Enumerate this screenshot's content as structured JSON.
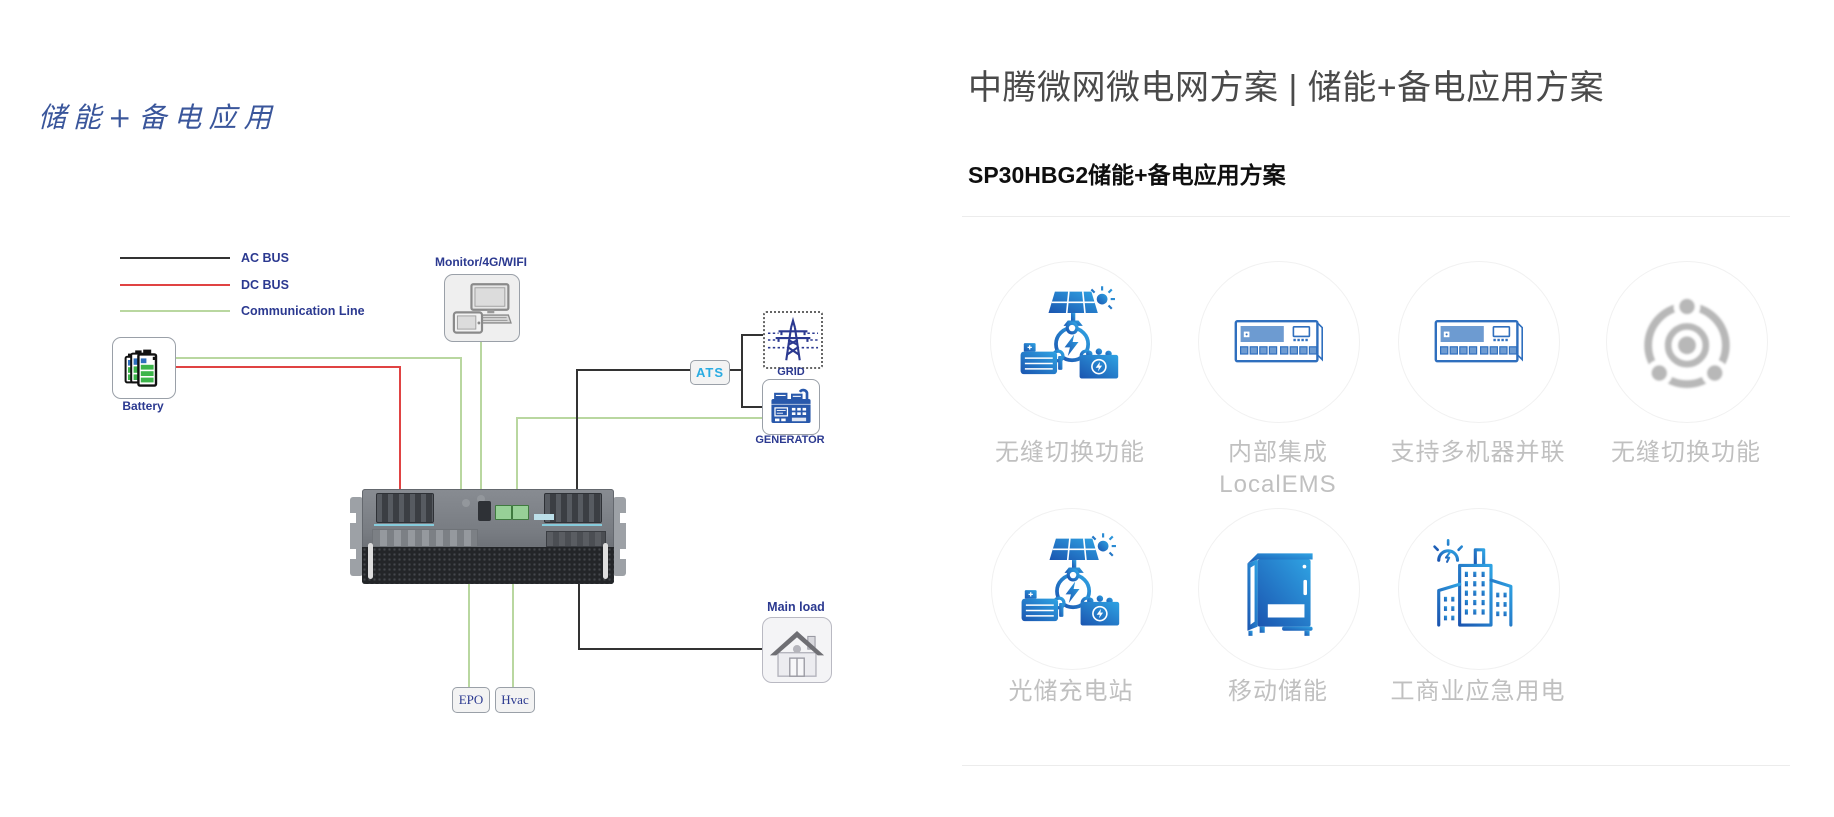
{
  "left": {
    "title": "储能+备电应用",
    "legend": [
      {
        "label": "AC BUS",
        "color": "#333333"
      },
      {
        "label": "DC BUS",
        "color": "#e04343"
      },
      {
        "label": "Communication Line",
        "color": "#b9d7a0"
      }
    ],
    "nodes": {
      "battery": "Battery",
      "monitor": "Monitor/4G/WIFI",
      "ats": "ATS",
      "grid": "GRID",
      "generator": "GENERATOR",
      "main_load": "Main load",
      "epo": "EPO",
      "hvac": "Hvac"
    },
    "colors": {
      "node_label": "#2b3990",
      "ats_text": "#29abe2"
    }
  },
  "right": {
    "title": "中腾微网微电网方案 | 储能+备电应用方案",
    "subtitle": "SP30HBG2储能+备电应用方案",
    "features_row1": [
      {
        "label": "无缝切换功能",
        "icon": "energy-flow-icon"
      },
      {
        "label": "内部集成",
        "label2": "LocalEMS",
        "icon": "ems-device-icon"
      },
      {
        "label": "支持多机器并联",
        "icon": "ems-device-icon"
      },
      {
        "label": "无缝切换功能",
        "icon": "hub-gray-icon"
      }
    ],
    "features_row2": [
      {
        "label": "光储充电站",
        "icon": "energy-flow-icon"
      },
      {
        "label": "移动储能",
        "icon": "storage-cabinet-icon"
      },
      {
        "label": "工商业应急用电",
        "icon": "building-emergency-icon"
      }
    ],
    "colors": {
      "title": "#4a4a4a",
      "feature_label": "#c0c0c0",
      "icon_blue_dark": "#1b55b0",
      "icon_blue_light": "#2fa3e3"
    }
  }
}
